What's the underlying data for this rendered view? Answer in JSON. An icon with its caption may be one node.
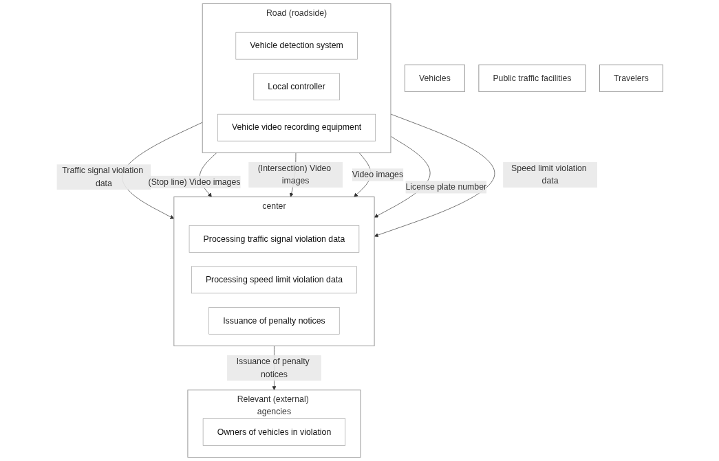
{
  "diagram": {
    "nodes": [
      {
        "text": [
          "Road (roadside)"
        ]
      },
      {
        "text": [
          "Vehicle detection system"
        ],
        "in": 0
      },
      {
        "text": [
          "Local controller"
        ],
        "in": 0
      },
      {
        "text": [
          "Vehicle video recording equipment"
        ],
        "in": 0
      },
      {
        "text": [
          "center"
        ]
      },
      {
        "text": [
          "Processing traffic signal violation data"
        ],
        "in": 4
      },
      {
        "text": [
          "Processing speed limit violation data"
        ],
        "in": 4
      },
      {
        "text": [
          "Issuance of penalty notices"
        ],
        "in": 4
      },
      {
        "text": [
          "Vehicles"
        ]
      },
      {
        "text": [
          "Public traffic facilities"
        ]
      },
      {
        "text": [
          "Travelers"
        ]
      },
      {
        "text": [
          "Relevant (external) agencies"
        ]
      },
      {
        "text": [
          "Owners of vehicles in violation"
        ],
        "in": 11
      }
    ],
    "edges": [
      {
        "from": 0,
        "to": 4,
        "arrow": "to",
        "label": "Traffic signal violation data"
      },
      {
        "from": 0,
        "to": 4,
        "arrow": "to",
        "label": "(Stop line) Video images"
      },
      {
        "from": 0,
        "to": 4,
        "arrow": "to",
        "label": "(Intersection) Video images"
      },
      {
        "from": 0,
        "to": 4,
        "arrow": "to",
        "label": "Video images"
      },
      {
        "from": 0,
        "to": 4,
        "arrow": "to",
        "label": "License plate number"
      },
      {
        "from": 0,
        "to": 4,
        "arrow": "to",
        "label": "Speed limit violation data"
      },
      {
        "from": 4,
        "to": 11,
        "arrow": "to",
        "label": "Issuance of penalty notices"
      }
    ]
  }
}
